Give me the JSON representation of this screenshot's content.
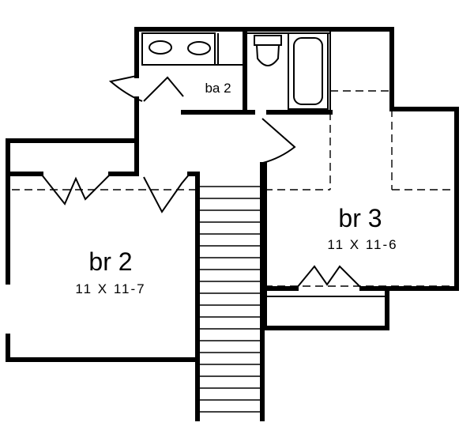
{
  "plan": {
    "rooms": [
      {
        "id": "bathroom",
        "name": "ba 2",
        "dimensions": ""
      },
      {
        "id": "bedroom2",
        "name": "br 2",
        "dimensions": "11 X 11-7"
      },
      {
        "id": "bedroom3",
        "name": "br 3",
        "dimensions": "11 X 11-6"
      }
    ]
  }
}
